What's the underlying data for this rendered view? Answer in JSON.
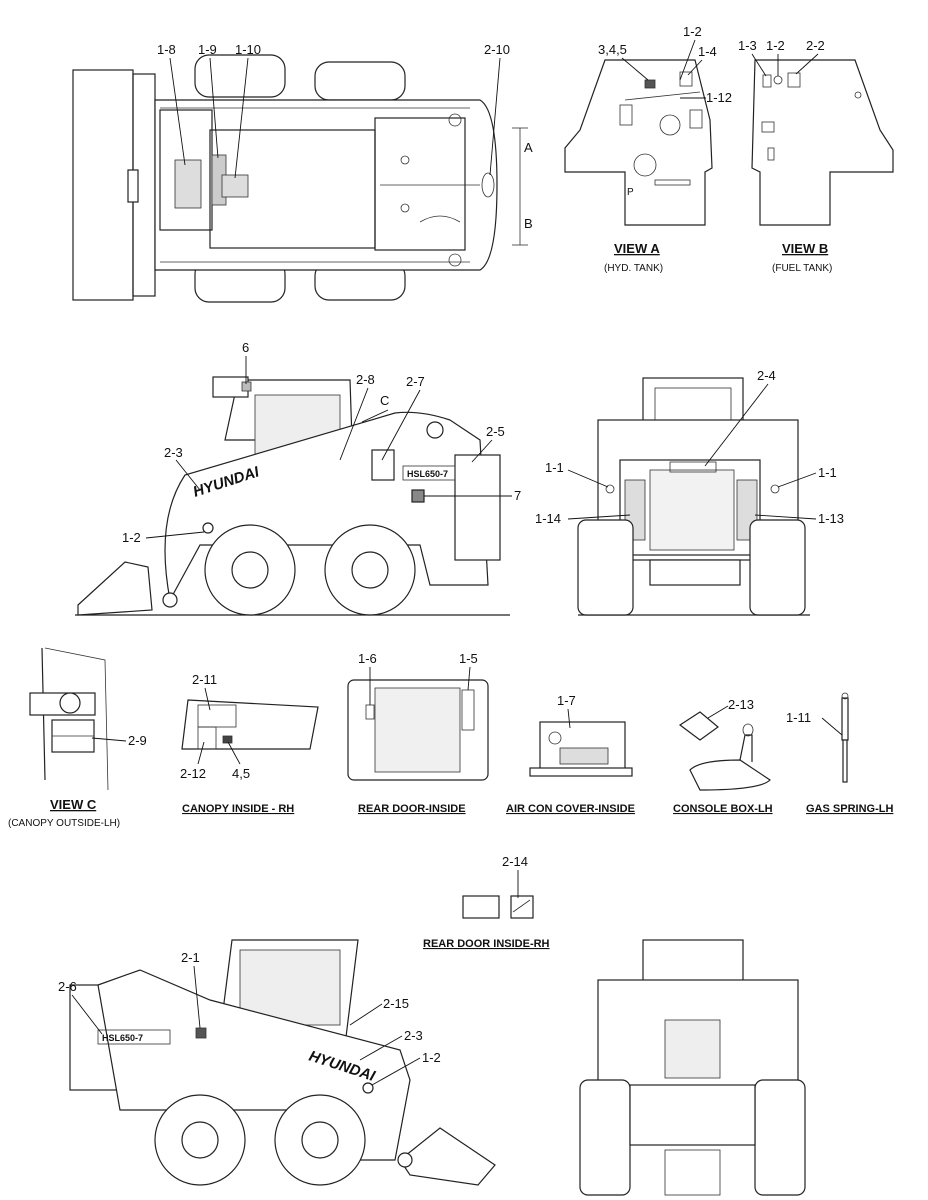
{
  "callouts": {
    "top_view": {
      "c1_8": "1-8",
      "c1_9": "1-9",
      "c1_10": "1-10",
      "c2_10": "2-10",
      "dimA": "A",
      "dimB": "B"
    },
    "view_a": {
      "c345": "3,4,5",
      "c1_2": "1-2",
      "c1_4": "1-4",
      "c1_12": "1-12",
      "panel_p": "P"
    },
    "view_b": {
      "c1_3": "1-3",
      "c1_2": "1-2",
      "c2_2": "2-2"
    },
    "side_left": {
      "c6": "6",
      "c2_8": "2-8",
      "c2_7": "2-7",
      "c2_5": "2-5",
      "c2_3": "2-3",
      "c7": "7",
      "c1_2": "1-2",
      "viewC": "C"
    },
    "rear_view": {
      "c2_4": "2-4",
      "c1_1_left": "1-1",
      "c1_1_right": "1-1",
      "c1_14": "1-14",
      "c1_13": "1-13"
    },
    "view_c": {
      "c2_9": "2-9"
    },
    "canopy_inside": {
      "c2_11": "2-11",
      "c2_12": "2-12",
      "c45": "4,5"
    },
    "rear_door_inside": {
      "c1_6": "1-6",
      "c1_5": "1-5"
    },
    "aircon": {
      "c1_7": "1-7"
    },
    "console": {
      "c2_13": "2-13"
    },
    "gas_spring": {
      "c1_11": "1-11"
    },
    "rear_door_rh": {
      "c2_14": "2-14"
    },
    "side_right": {
      "c2_1": "2-1",
      "c2_6": "2-6",
      "c2_15": "2-15",
      "c2_3": "2-3",
      "c1_2": "1-2"
    }
  },
  "captions": {
    "view_a_title": "VIEW  A",
    "view_a_sub": "(HYD. TANK)",
    "view_b_title": "VIEW  B",
    "view_b_sub": "(FUEL TANK)",
    "view_c_title": "VIEW  C",
    "view_c_sub": "(CANOPY  OUTSIDE-LH)",
    "canopy_inside": "CANOPY  INSIDE - RH",
    "rear_door_inside": "REAR DOOR-INSIDE",
    "aircon": "AIR CON COVER-INSIDE",
    "console": "CONSOLE BOX-LH",
    "gas_spring": "GAS SPRING-LH",
    "rear_door_rh": "REAR DOOR INSIDE-RH"
  },
  "decals": {
    "brand": "HYUNDAI",
    "model": "HSL650-7"
  }
}
